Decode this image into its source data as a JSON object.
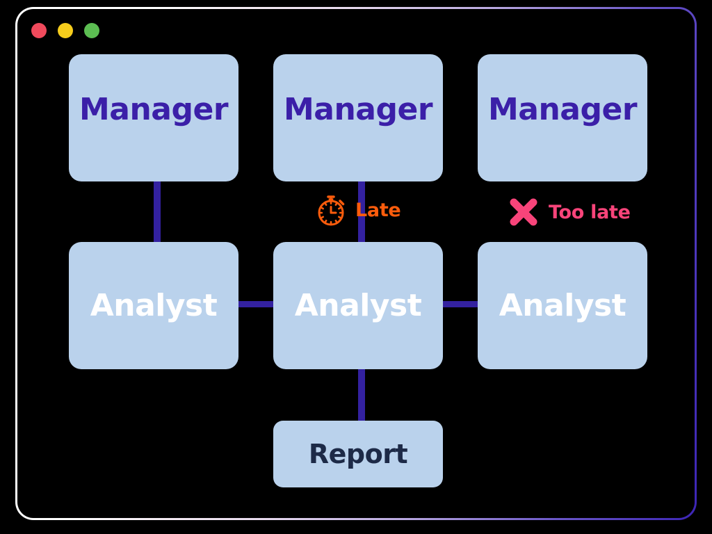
{
  "window": {
    "traffic_lights": [
      {
        "name": "close",
        "color": "#f04a5c"
      },
      {
        "name": "minimize",
        "color": "#f6cd1c"
      },
      {
        "name": "maximize",
        "color": "#5cbd52"
      }
    ],
    "frame_gradient_from": "#ffffff",
    "frame_gradient_to": "#3c25b5"
  },
  "diagram": {
    "type": "org-flow",
    "node_fill": "#bad2ec",
    "connector_color": "#3321a0",
    "nodes": [
      {
        "id": "manager-1",
        "label": "Manager",
        "role": "manager",
        "text_color": "#3b1fa8"
      },
      {
        "id": "manager-2",
        "label": "Manager",
        "role": "manager",
        "text_color": "#3b1fa8"
      },
      {
        "id": "manager-3",
        "label": "Manager",
        "role": "manager",
        "text_color": "#3b1fa8"
      },
      {
        "id": "analyst-1",
        "label": "Analyst",
        "role": "analyst",
        "text_color": "#ffffff"
      },
      {
        "id": "analyst-2",
        "label": "Analyst",
        "role": "analyst",
        "text_color": "#ffffff"
      },
      {
        "id": "analyst-3",
        "label": "Analyst",
        "role": "analyst",
        "text_color": "#ffffff"
      },
      {
        "id": "report",
        "label": "Report",
        "role": "report",
        "text_color": "#1d2a47"
      }
    ],
    "annotations": [
      {
        "id": "late",
        "label": "Late",
        "icon": "stopwatch-icon",
        "color": "#fb5c0c"
      },
      {
        "id": "too-late",
        "label": "Too late",
        "icon": "cross-x-icon",
        "color": "#f8447a"
      }
    ]
  }
}
